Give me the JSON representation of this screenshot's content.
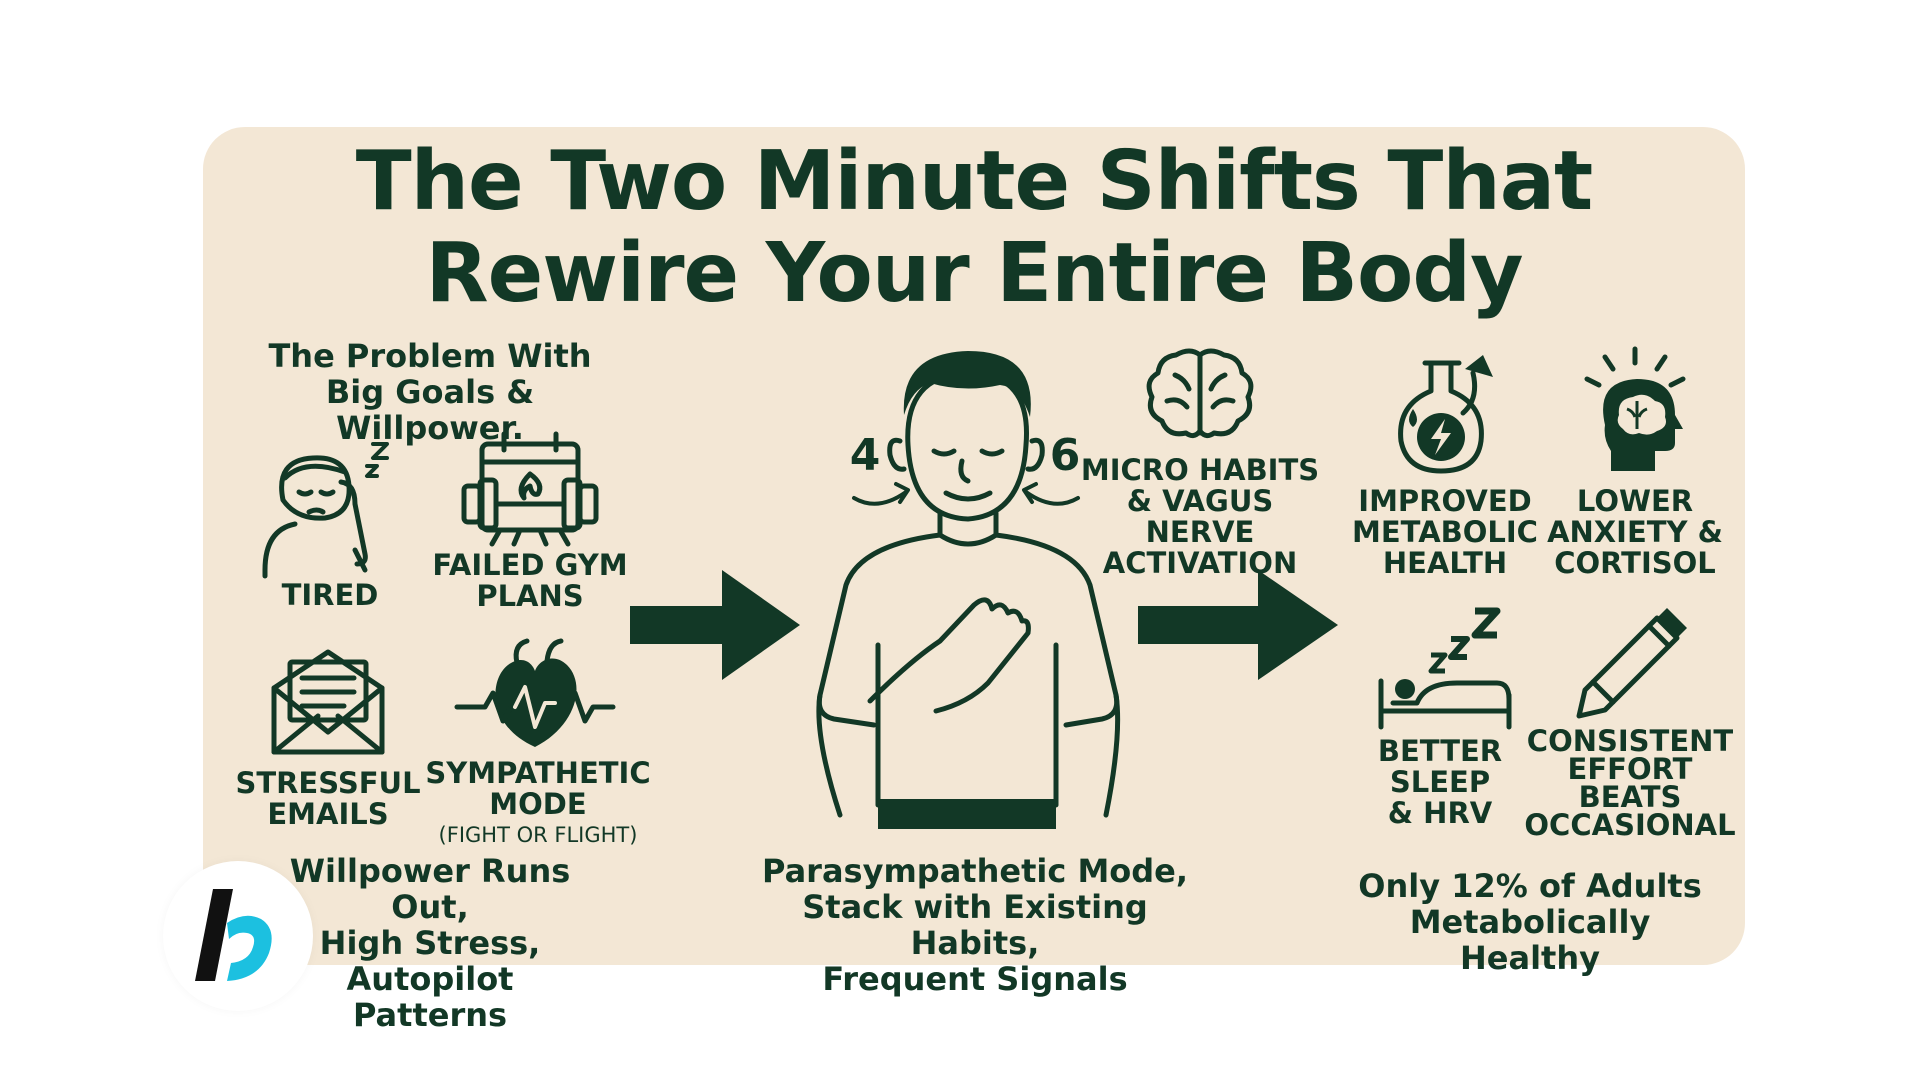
{
  "title": {
    "line1": "The Two Minute Shifts That",
    "line2": "Rewire Your Entire Body"
  },
  "problem": {
    "heading_line1": "The Problem With",
    "heading_line2": "Big Goals & Willpower.",
    "items": [
      {
        "label_line1": "TIRED",
        "label_line2": "",
        "icon": "tired-person-icon"
      },
      {
        "label_line1": "FAILED GYM",
        "label_line2": "PLANS",
        "icon": "dumbbell-fire-icon"
      },
      {
        "label_line1": "STRESSFUL",
        "label_line2": "EMAILS",
        "icon": "envelope-icon"
      },
      {
        "label_line1": "SYMPATHETIC",
        "label_line2": "MODE",
        "label_sub": "(FIGHT OR FLIGHT)",
        "icon": "heart-pulse-icon"
      }
    ],
    "footer_line1": "Willpower Runs Out,",
    "footer_line2": "High Stress, Autopilot",
    "footer_line3": "Patterns"
  },
  "center": {
    "inhale_count": "4",
    "exhale_count": "6",
    "footer_line1": "Parasympathetic Mode,",
    "footer_line2": "Stack with Existing Habits,",
    "footer_line3": "Frequent Signals",
    "micro_line1": "MICRO HABITS",
    "micro_line2": "& VAGUS NERVE",
    "micro_line3": "ACTIVATION"
  },
  "benefits": {
    "items": [
      {
        "line1": "IMPROVED",
        "line2": "METABOLIC",
        "line3": "HEALTH",
        "icon": "flask-energy-icon"
      },
      {
        "line1": "LOWER",
        "line2": "ANXIETY &",
        "line3": "CORTISOL",
        "icon": "head-brain-icon"
      },
      {
        "line1": "BETTER",
        "line2": "SLEEP",
        "line3": "& HRV",
        "icon": "bed-sleep-icon"
      },
      {
        "line1": "CONSISTENT",
        "line2": "EFFORT",
        "line3": "BEATS",
        "line4": "OCCASIONAL",
        "icon": "pencil-icon"
      }
    ],
    "footer_line1": "Only 12% of Adults",
    "footer_line2": "Metabolically Healthy"
  },
  "colors": {
    "card_background": "#f3e7d5",
    "ink": "#123826",
    "logo_black": "#111111",
    "logo_cyan": "#1cc0e0"
  }
}
